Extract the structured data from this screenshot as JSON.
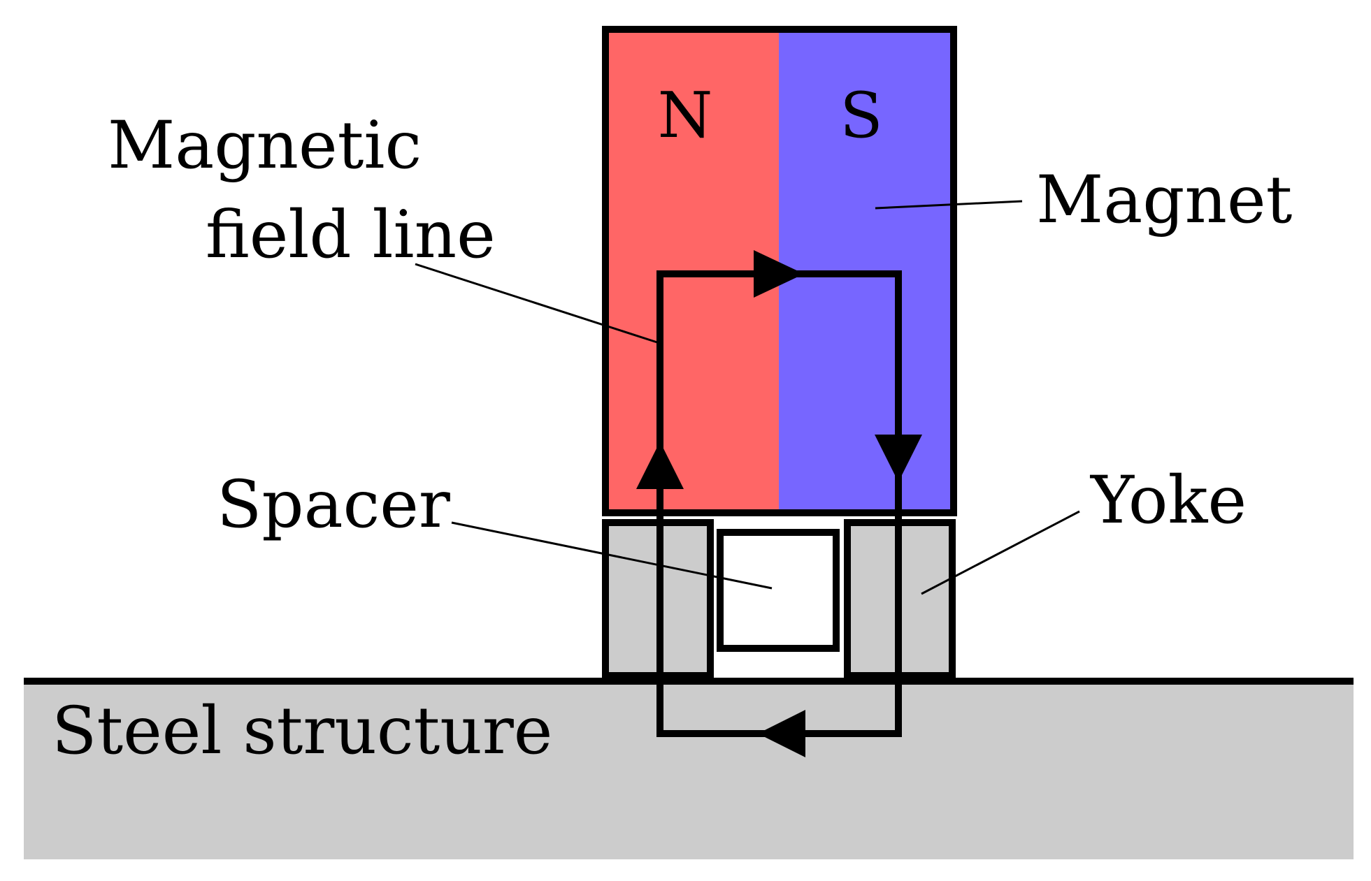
{
  "labels": {
    "north": "N",
    "south": "S",
    "field_line_1": "Magnetic",
    "field_line_2": "field line",
    "magnet": "Magnet",
    "spacer": "Spacer",
    "yoke": "Yoke",
    "steel": "Steel structure"
  },
  "colors": {
    "north_pole": "#ff6666",
    "south_pole": "#7766ff",
    "yoke": "#cccccc",
    "steel": "#cccccc",
    "spacer": "#ffffff",
    "outline": "#000000"
  },
  "flow_direction": "clockwise: up through N pole, across top to S pole, down through right yoke, back left through steel structure"
}
